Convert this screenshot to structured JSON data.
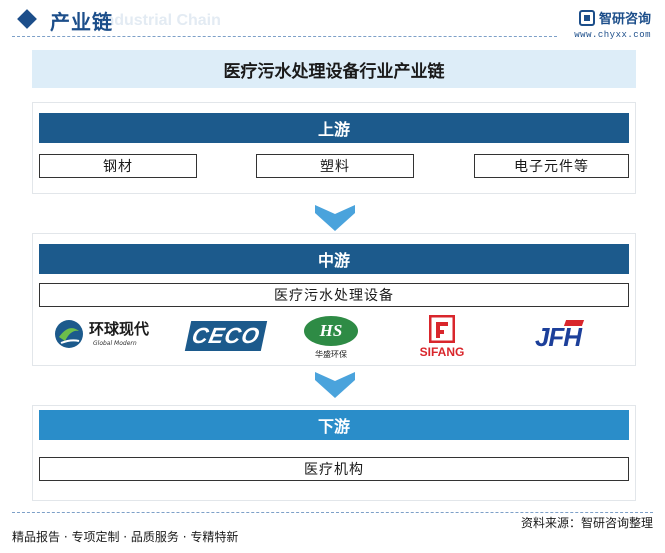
{
  "header": {
    "title": "产业链",
    "watermark": "Industrial Chain",
    "brand_name": "智研咨询",
    "brand_url": "www.chyxx.com"
  },
  "main_title": "医疗污水处理设备行业产业链",
  "upstream": {
    "label": "上游",
    "items": [
      "钢材",
      "塑料",
      "电子元件等"
    ]
  },
  "midstream": {
    "label": "中游",
    "item": "医疗污水处理设备",
    "logos": [
      {
        "name": "环球现代",
        "sub": "Global Modern"
      },
      {
        "name": "CECO"
      },
      {
        "name": "HS",
        "sub": "华盛环保"
      },
      {
        "name": "SIFANG"
      },
      {
        "name": "JFH"
      }
    ]
  },
  "downstream": {
    "label": "下游",
    "item": "医疗机构"
  },
  "footer": {
    "left": "精品报告 · 专项定制 · 品质服务 · 专精特新",
    "source": "资料来源：智研咨询整理"
  },
  "colors": {
    "primary_dark": "#1c5a8c",
    "primary_light": "#2a8dc9",
    "title_band": "#ddedf8",
    "arrow": "#4aa3dc"
  }
}
